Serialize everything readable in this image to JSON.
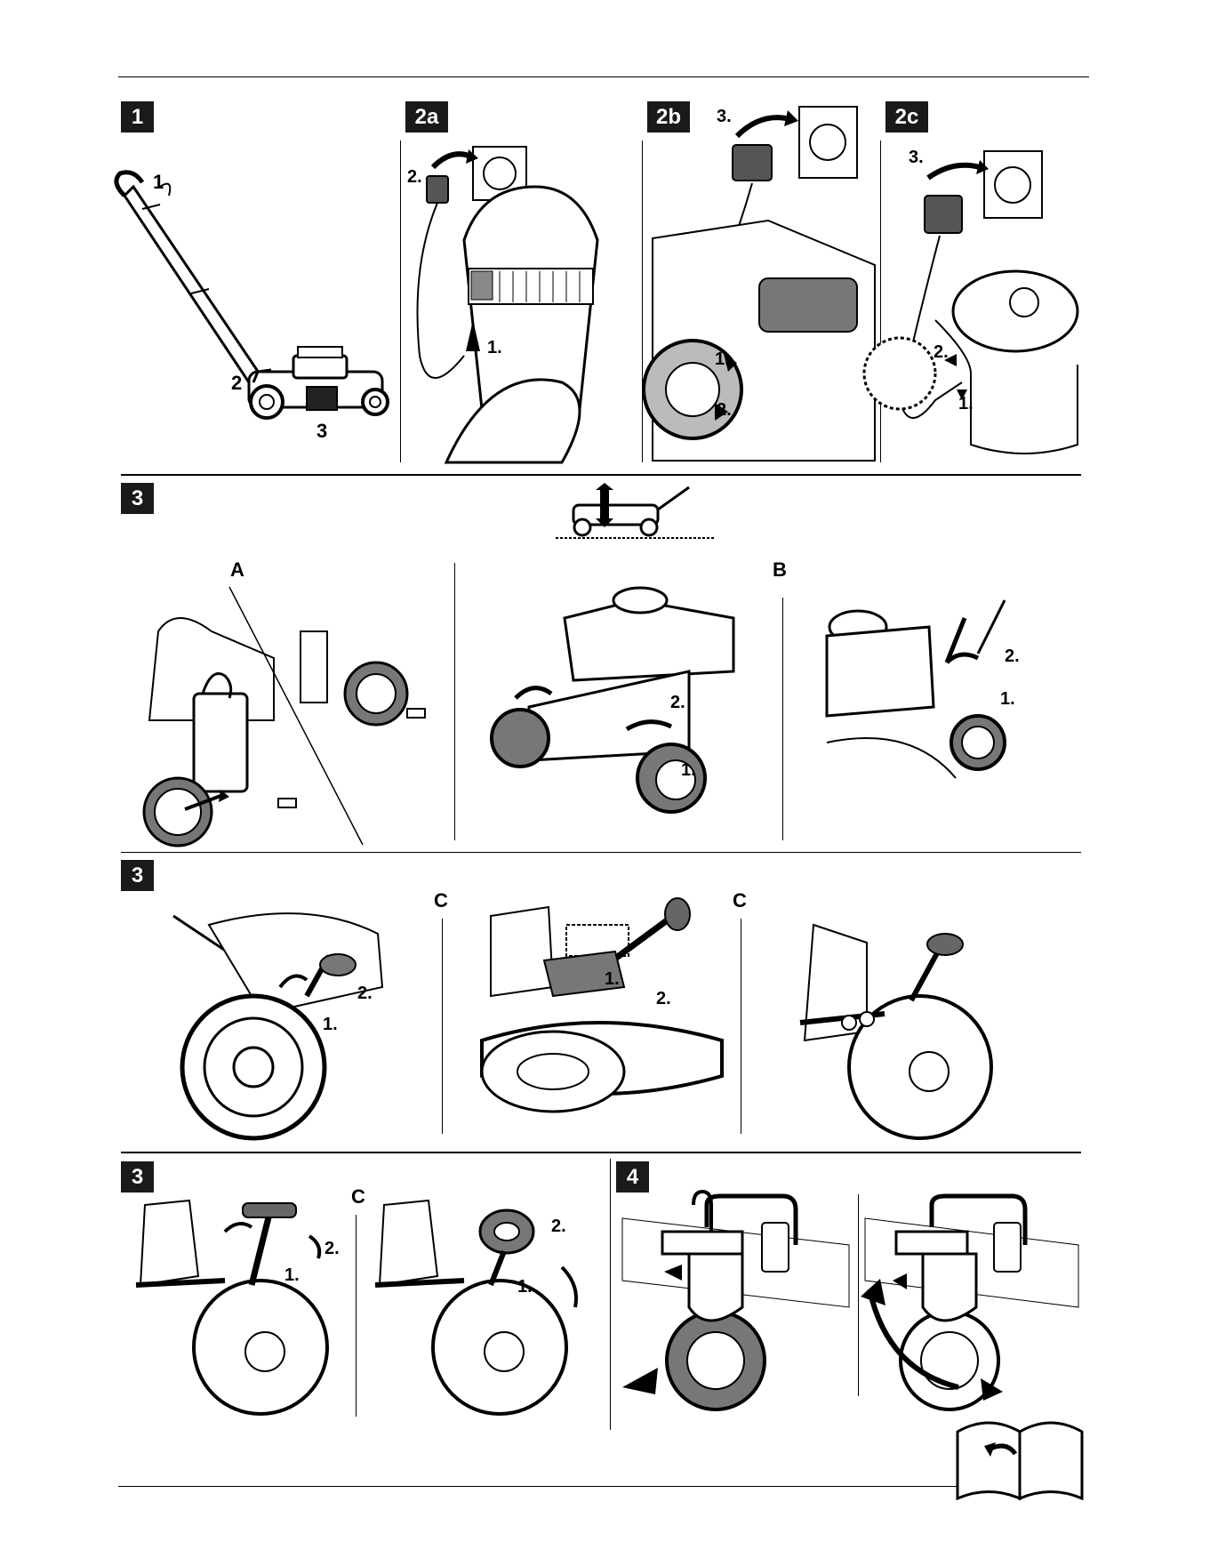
{
  "sections": {
    "s1": "1",
    "s2a": "2a",
    "s2b": "2b",
    "s2c": "2c",
    "s3a": "3",
    "s3b": "3",
    "s3c": "3",
    "s4": "4"
  },
  "letters": {
    "A": "A",
    "B": "B",
    "C1": "C",
    "C2": "C",
    "C3": "C"
  },
  "callouts": {
    "p1_1": "1",
    "p1_2": "2",
    "p1_3": "3",
    "p2a_2": "2.",
    "p2a_1": "1.",
    "p2b_3": "3.",
    "p2b_1": "1.",
    "p2b_2": "2.",
    "p2c_3": "3.",
    "p2c_2": "2.",
    "p2c_1": "1.",
    "a2_2": "2.",
    "a2_1": "1.",
    "b_2": "2.",
    "b_1": "1.",
    "r3a_2": "2.",
    "r3a_1": "1.",
    "r3b_1": "1.",
    "r3b_2": "2.",
    "r4a_2": "2.",
    "r4a_1": "1.",
    "r4b_2": "2.",
    "r4b_1": "1."
  }
}
